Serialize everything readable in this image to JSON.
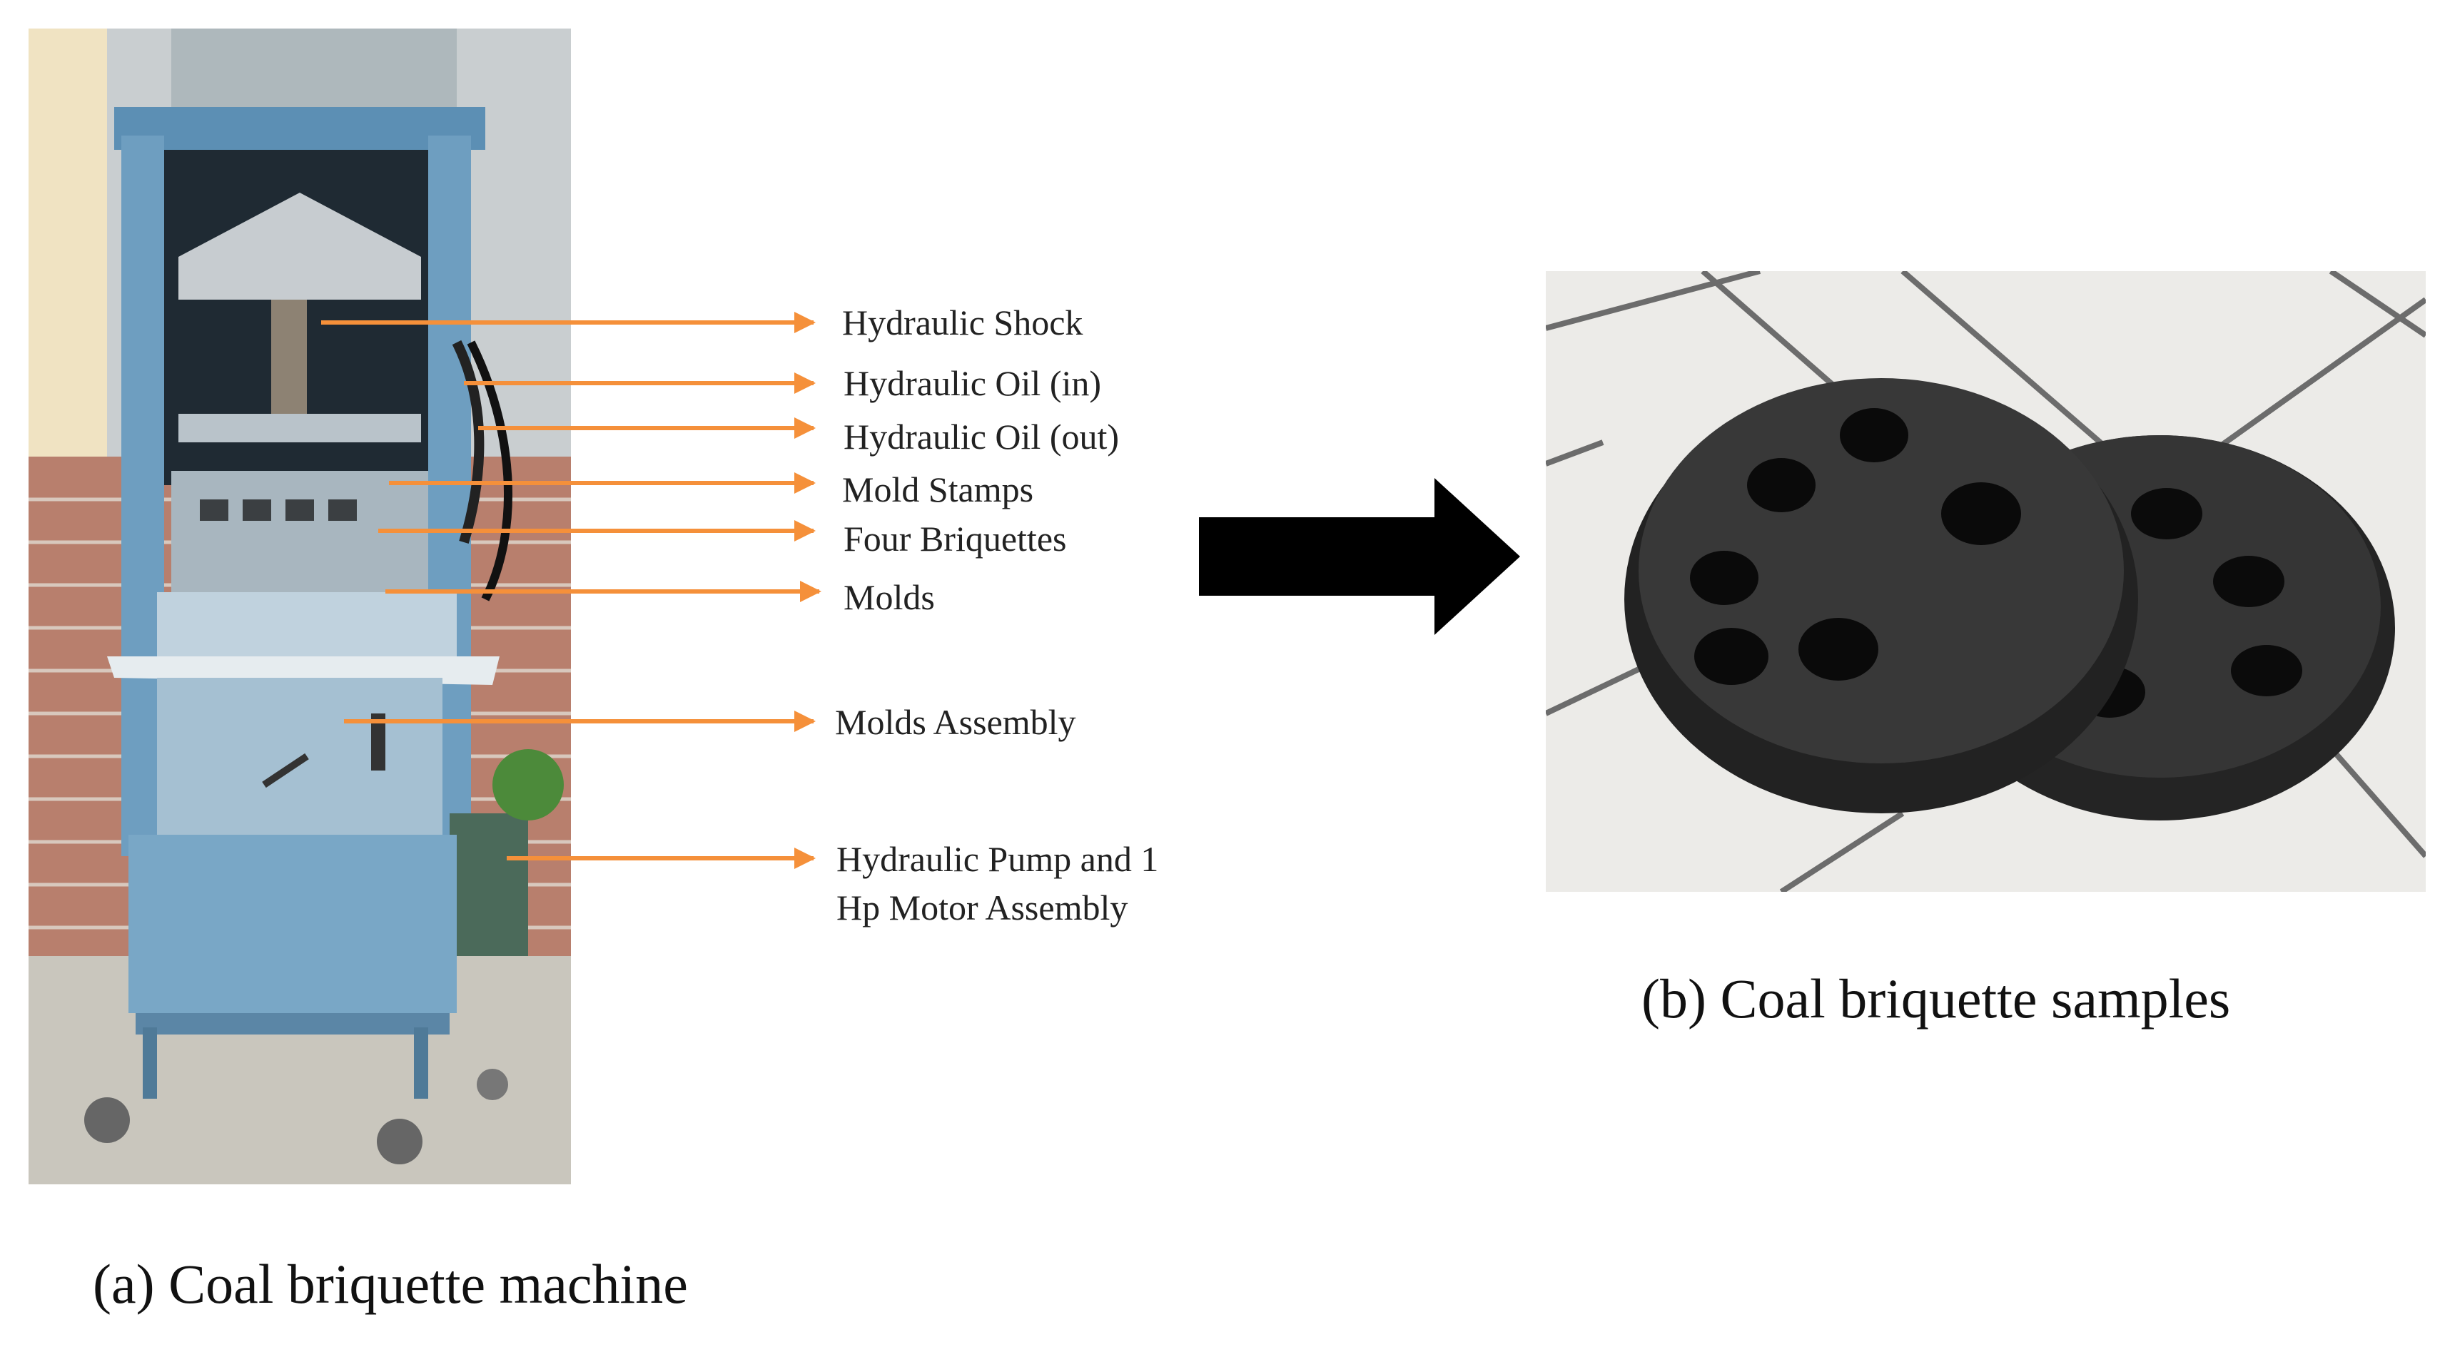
{
  "panel_a": {
    "caption": "(a) Coal briquette machine",
    "labels": [
      {
        "id": "hydraulic-shock",
        "lines": [
          "Hydraulic Shock"
        ]
      },
      {
        "id": "hydraulic-oil-in",
        "lines": [
          "Hydraulic Oil (in)"
        ]
      },
      {
        "id": "hydraulic-oil-out",
        "lines": [
          "Hydraulic Oil (out)"
        ]
      },
      {
        "id": "mold-stamps",
        "lines": [
          "Mold Stamps"
        ]
      },
      {
        "id": "four-briquettes",
        "lines": [
          "Four Briquettes"
        ]
      },
      {
        "id": "molds",
        "lines": [
          "Molds"
        ]
      },
      {
        "id": "molds-assembly",
        "lines": [
          "Molds Assembly"
        ]
      },
      {
        "id": "hydraulic-pump",
        "lines": [
          "Hydraulic Pump and 1",
          "Hp Motor Assembly"
        ]
      }
    ]
  },
  "panel_b": {
    "caption": "(b) Coal briquette samples"
  },
  "colors": {
    "arrow_orange": "#f5903a",
    "big_arrow": "#000000",
    "machine_blue": "#7aa3c2",
    "coal": "#2c2c2c"
  }
}
